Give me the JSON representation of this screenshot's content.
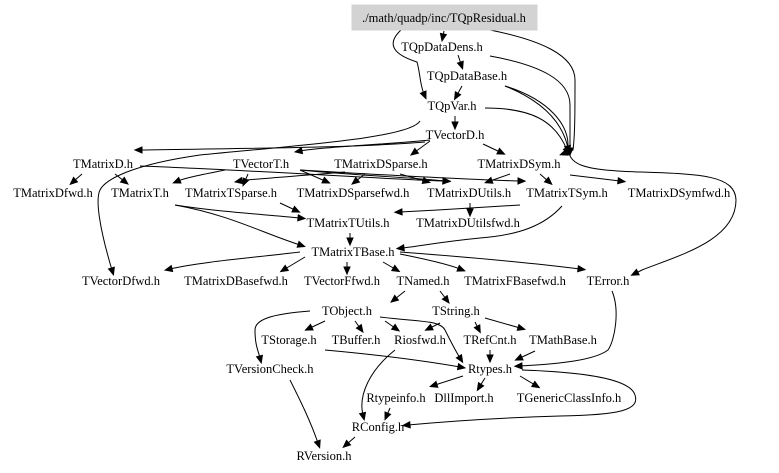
{
  "diagram": {
    "type": "include-dependency-graph",
    "root": "./math/quadp/inc/TQpResidual.h",
    "root_fill": "#d3d3d3",
    "nodes": [
      {
        "id": "root",
        "label": "./math/quadp/inc/TQpResidual.h"
      },
      {
        "id": "TQpDataDens",
        "label": "TQpDataDens.h"
      },
      {
        "id": "TQpDataBase",
        "label": "TQpDataBase.h"
      },
      {
        "id": "TQpVar",
        "label": "TQpVar.h"
      },
      {
        "id": "TVectorD",
        "label": "TVectorD.h"
      },
      {
        "id": "TMatrixD",
        "label": "TMatrixD.h"
      },
      {
        "id": "TVectorT",
        "label": "TVectorT.h"
      },
      {
        "id": "TMatrixDSparse",
        "label": "TMatrixDSparse.h"
      },
      {
        "id": "TMatrixDSym",
        "label": "TMatrixDSym.h"
      },
      {
        "id": "TMatrixDfwd",
        "label": "TMatrixDfwd.h"
      },
      {
        "id": "TMatrixT",
        "label": "TMatrixT.h"
      },
      {
        "id": "TMatrixTSparse",
        "label": "TMatrixTSparse.h"
      },
      {
        "id": "TMatrixDSparsefwd",
        "label": "TMatrixDSparsefwd.h"
      },
      {
        "id": "TMatrixDUtils",
        "label": "TMatrixDUtils.h"
      },
      {
        "id": "TMatrixTSym",
        "label": "TMatrixTSym.h"
      },
      {
        "id": "TMatrixDSymfwd",
        "label": "TMatrixDSymfwd.h"
      },
      {
        "id": "TMatrixTUtils",
        "label": "TMatrixTUtils.h"
      },
      {
        "id": "TMatrixDUtilsfwd",
        "label": "TMatrixDUtilsfwd.h"
      },
      {
        "id": "TMatrixTBase",
        "label": "TMatrixTBase.h"
      },
      {
        "id": "TVectorDfwd",
        "label": "TVectorDfwd.h"
      },
      {
        "id": "TMatrixDBasefwd",
        "label": "TMatrixDBasefwd.h"
      },
      {
        "id": "TVectorFfwd",
        "label": "TVectorFfwd.h"
      },
      {
        "id": "TNamed",
        "label": "TNamed.h"
      },
      {
        "id": "TMatrixFBasefwd",
        "label": "TMatrixFBasefwd.h"
      },
      {
        "id": "TError",
        "label": "TError.h"
      },
      {
        "id": "TObject",
        "label": "TObject.h"
      },
      {
        "id": "TString",
        "label": "TString.h"
      },
      {
        "id": "TStorage",
        "label": "TStorage.h"
      },
      {
        "id": "TBuffer",
        "label": "TBuffer.h"
      },
      {
        "id": "Riosfwd",
        "label": "Riosfwd.h"
      },
      {
        "id": "TRefCnt",
        "label": "TRefCnt.h"
      },
      {
        "id": "TMathBase",
        "label": "TMathBase.h"
      },
      {
        "id": "TVersionCheck",
        "label": "TVersionCheck.h"
      },
      {
        "id": "Rtypes",
        "label": "Rtypes.h"
      },
      {
        "id": "Rtypeinfo",
        "label": "Rtypeinfo.h"
      },
      {
        "id": "DllImport",
        "label": "DllImport.h"
      },
      {
        "id": "TGenericClassInfo",
        "label": "TGenericClassInfo.h"
      },
      {
        "id": "RConfig",
        "label": "RConfig.h"
      },
      {
        "id": "RVersion",
        "label": "RVersion.h"
      }
    ],
    "edges": [
      [
        "root",
        "TQpDataDens"
      ],
      [
        "root",
        "TQpVar"
      ],
      [
        "root",
        "TMatrixDSym"
      ],
      [
        "TQpDataDens",
        "TQpDataBase"
      ],
      [
        "TQpDataDens",
        "TMatrixDSym"
      ],
      [
        "TQpDataBase",
        "TQpVar"
      ],
      [
        "TQpDataBase",
        "TMatrixDSym"
      ],
      [
        "TQpDataBase",
        "TError"
      ],
      [
        "TQpVar",
        "TVectorD"
      ],
      [
        "TQpVar",
        "TMatrixDSym"
      ],
      [
        "TVectorD",
        "TMatrixD"
      ],
      [
        "TVectorD",
        "TVectorT"
      ],
      [
        "TVectorD",
        "TMatrixDSparse"
      ],
      [
        "TVectorD",
        "TMatrixDSym"
      ],
      [
        "TVectorD",
        "TVectorDfwd"
      ],
      [
        "TMatrixD",
        "TMatrixDfwd"
      ],
      [
        "TMatrixD",
        "TMatrixT"
      ],
      [
        "TMatrixD",
        "TMatrixDUtils"
      ],
      [
        "TVectorT",
        "TMatrixT"
      ],
      [
        "TVectorT",
        "TMatrixTSparse"
      ],
      [
        "TVectorT",
        "TMatrixDSparsefwd"
      ],
      [
        "TVectorT",
        "TMatrixDUtils"
      ],
      [
        "TVectorT",
        "TMatrixTSym"
      ],
      [
        "TMatrixDSparse",
        "TMatrixDSparsefwd"
      ],
      [
        "TMatrixDSparse",
        "TMatrixDUtils"
      ],
      [
        "TMatrixDSparse",
        "TMatrixTSparse"
      ],
      [
        "TMatrixDSym",
        "TMatrixTSym"
      ],
      [
        "TMatrixDSym",
        "TMatrixDSymfwd"
      ],
      [
        "TMatrixDSym",
        "TMatrixDUtils"
      ],
      [
        "TMatrixT",
        "TMatrixTUtils"
      ],
      [
        "TMatrixT",
        "TMatrixTBase"
      ],
      [
        "TMatrixTSparse",
        "TMatrixTUtils"
      ],
      [
        "TMatrixDUtils",
        "TMatrixDUtilsfwd"
      ],
      [
        "TMatrixTSym",
        "TMatrixTUtils"
      ],
      [
        "TMatrixTSym",
        "TMatrixTBase"
      ],
      [
        "TMatrixTUtils",
        "TMatrixTBase"
      ],
      [
        "TMatrixTBase",
        "TVectorDfwd"
      ],
      [
        "TMatrixTBase",
        "TMatrixDBasefwd"
      ],
      [
        "TMatrixTBase",
        "TVectorFfwd"
      ],
      [
        "TMatrixTBase",
        "TNamed"
      ],
      [
        "TMatrixTBase",
        "TMatrixFBasefwd"
      ],
      [
        "TMatrixTBase",
        "TError"
      ],
      [
        "TNamed",
        "TObject"
      ],
      [
        "TNamed",
        "TString"
      ],
      [
        "TObject",
        "TStorage"
      ],
      [
        "TObject",
        "TBuffer"
      ],
      [
        "TObject",
        "Riosfwd"
      ],
      [
        "TObject",
        "TVersionCheck"
      ],
      [
        "TObject",
        "Rtypes"
      ],
      [
        "TString",
        "TRefCnt"
      ],
      [
        "TString",
        "TMathBase"
      ],
      [
        "TString",
        "Riosfwd"
      ],
      [
        "TStorage",
        "Rtypes"
      ],
      [
        "TRefCnt",
        "Rtypes"
      ],
      [
        "TMathBase",
        "Rtypes"
      ],
      [
        "TError",
        "Rtypes"
      ],
      [
        "Riosfwd",
        "RConfig"
      ],
      [
        "Rtypes",
        "Rtypeinfo"
      ],
      [
        "Rtypes",
        "DllImport"
      ],
      [
        "Rtypes",
        "TGenericClassInfo"
      ],
      [
        "Rtypes",
        "RConfig"
      ],
      [
        "Rtypeinfo",
        "RConfig"
      ],
      [
        "TVersionCheck",
        "RVersion"
      ],
      [
        "RConfig",
        "RVersion"
      ]
    ]
  }
}
